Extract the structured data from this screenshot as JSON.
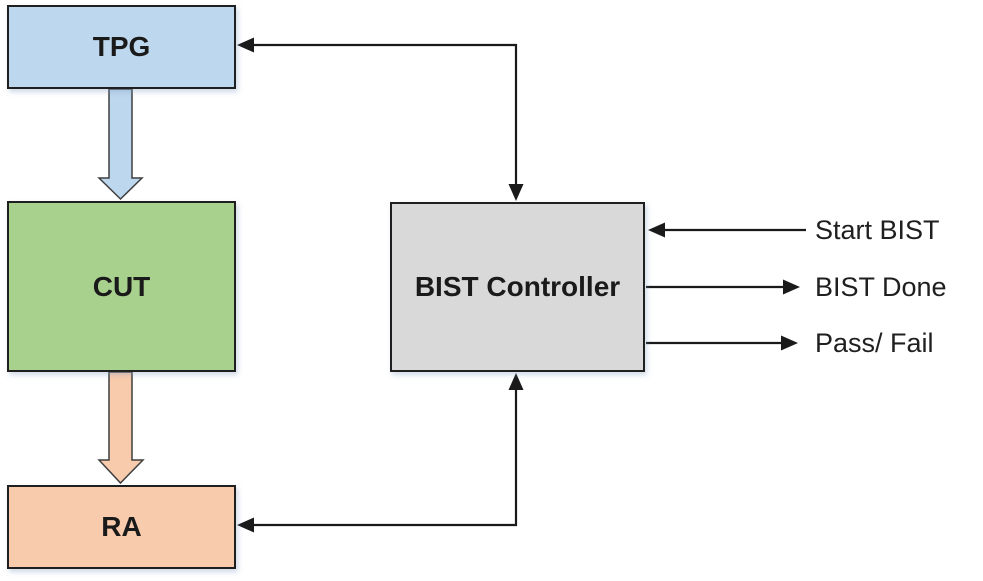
{
  "diagram": {
    "blocks": {
      "tpg": {
        "label": "TPG",
        "fill": "#BDD7EE"
      },
      "cut": {
        "label": "CUT",
        "fill": "#A9D18E"
      },
      "ra": {
        "label": "RA",
        "fill": "#F8CBAD"
      },
      "bist_controller": {
        "label": "BIST Controller",
        "fill": "#D9D9D9"
      }
    },
    "block_arrows": {
      "tpg_to_cut": {
        "fill": "#BDD7EE"
      },
      "cut_to_ra": {
        "fill": "#F8CBAD"
      }
    },
    "signals": {
      "start_bist": {
        "label": "Start BIST",
        "direction": "input"
      },
      "bist_done": {
        "label": "BIST Done",
        "direction": "output"
      },
      "pass_fail": {
        "label": "Pass/ Fail",
        "direction": "output"
      }
    },
    "colors": {
      "connector": "#1a1a1a",
      "border": "#1f1f1f",
      "background": "#ffffff"
    }
  }
}
